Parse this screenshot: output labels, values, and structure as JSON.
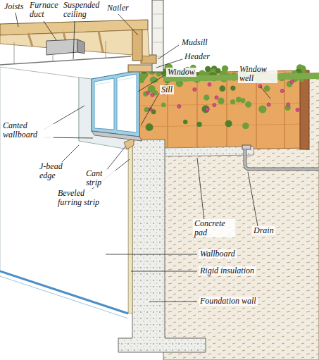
{
  "diagram": {
    "labels": [
      "Joists",
      "Furnace duct",
      "Suspended ceiling",
      "Nailer",
      "Mudsill",
      "Header",
      "Window",
      "Window well",
      "Sill",
      "Canted wallboard",
      "J-bead edge",
      "Cant strip",
      "Beveled furring strip",
      "Concrete pad",
      "Drain",
      "Wallboard",
      "Rigid insulation",
      "Foundation wall"
    ]
  }
}
